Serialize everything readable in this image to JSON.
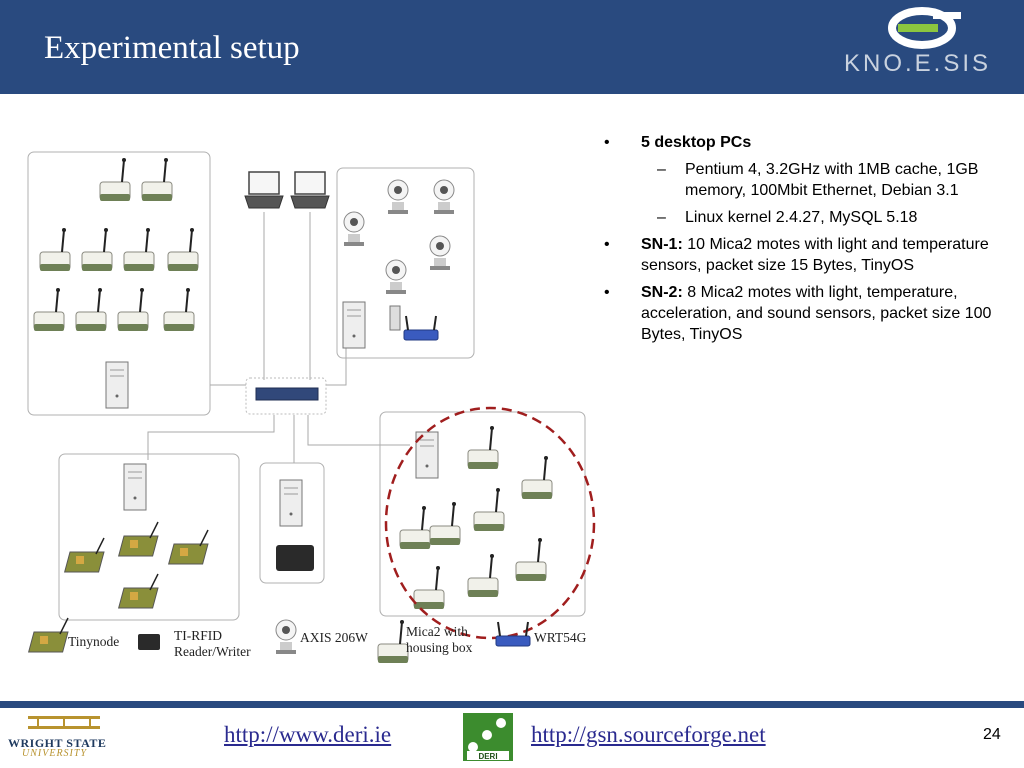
{
  "header": {
    "title": "Experimental setup",
    "logo_text": "KNO.E.SIS"
  },
  "bullets": [
    {
      "label": "5 desktop PCs",
      "text": "",
      "subitems": [
        "Pentium 4, 3.2GHz with 1MB cache, 1GB memory, 100Mbit Ethernet, Debian 3.1",
        "Linux kernel 2.4.27, MySQL 5.18"
      ]
    },
    {
      "label": "SN-1:",
      "text": " 10 Mica2 motes with light and temperature sensors, packet size 15 Bytes, TinyOS",
      "subitems": []
    },
    {
      "label": "SN-2:",
      "text": " 8 Mica2 motes with light, temperature, acceleration, and sound sensors, packet size 100 Bytes, TinyOS",
      "subitems": []
    }
  ],
  "legend": {
    "tinynode": "Tinynode",
    "tirfid_line1": "TI-RFID",
    "tirfid_line2": "Reader/Writer",
    "axis": "AXIS 206W",
    "mica_line1": "Mica2 with",
    "mica_line2": "housing box",
    "wrt": "WRT54G"
  },
  "footer": {
    "link_deri": "http://www.deri.ie",
    "link_gsn": "http://gsn.sourceforge.net",
    "page_number": "24",
    "university_name": "WRIGHT STATE",
    "university_word": "UNIVERSITY",
    "deri_logo_text": "DERI"
  },
  "colors": {
    "header_bg": "#294a7f",
    "link": "#2a2a8f",
    "highlight_ellipse": "#a01e1e"
  }
}
